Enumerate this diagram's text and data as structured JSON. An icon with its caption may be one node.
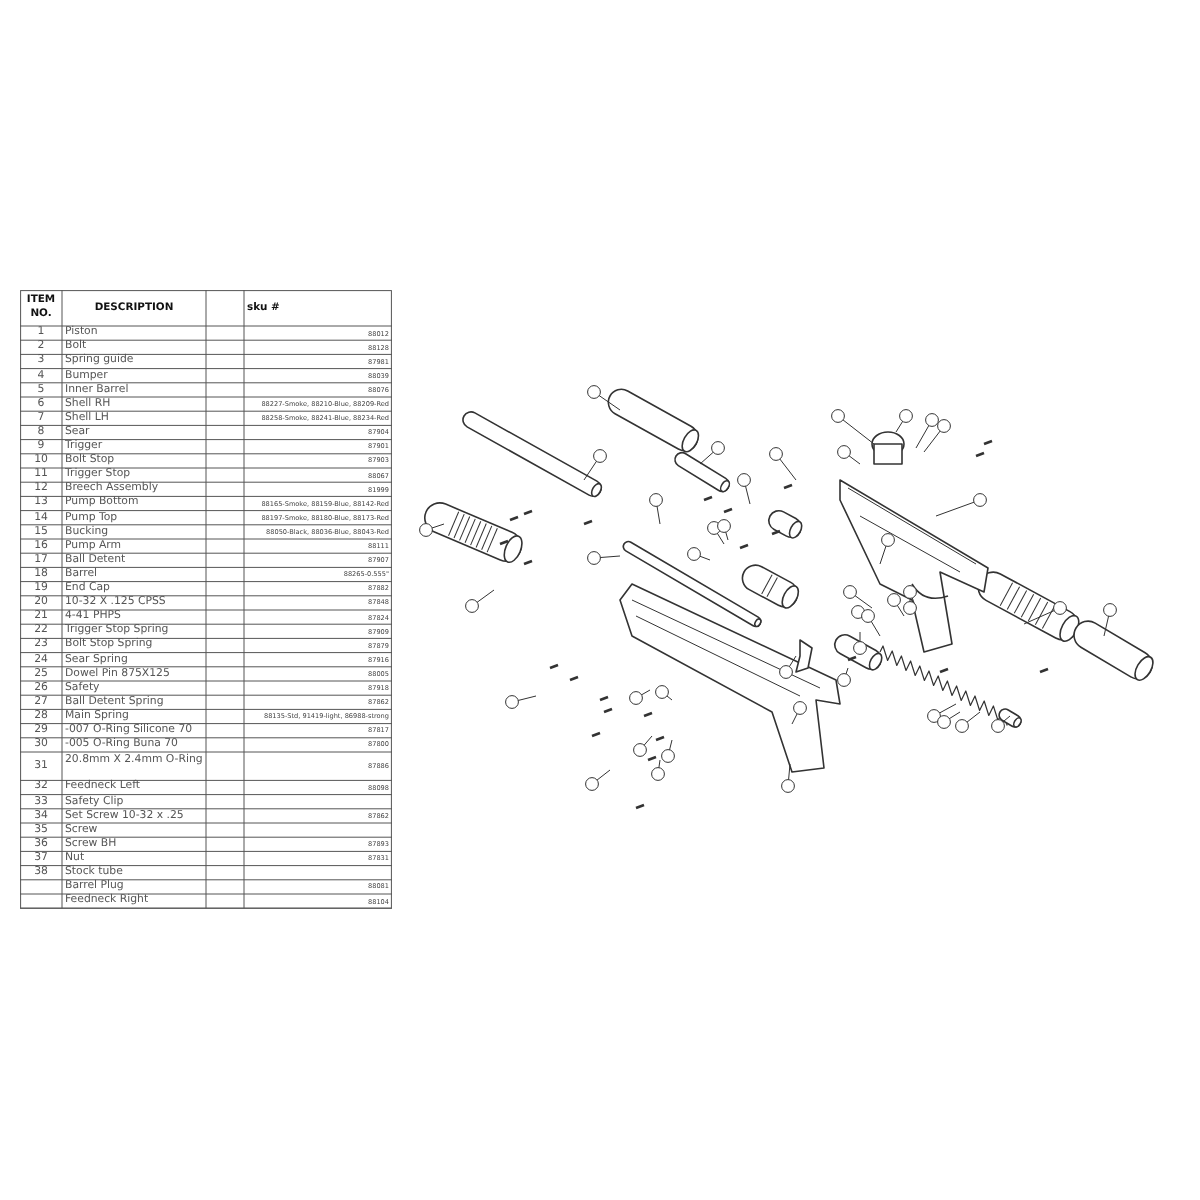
{
  "diagram": {
    "labels": [
      "ITEM NO.",
      "DESCRIPTION",
      "sku #",
      "1",
      "Piston",
      "88012",
      "2",
      "Bolt",
      "88128",
      "3",
      "Spring guide",
      "87981",
      "4",
      "Bumper",
      "88039",
      "5",
      "Inner Barrel",
      "88076",
      "6",
      "Shell RH",
      "88227-Smoke, 88210-Blue, 88209-Red",
      "7",
      "Shell LH",
      "88258-Smoke, 88241-Blue, 88234-Red",
      "8",
      "Sear",
      "87904",
      "9",
      "Trigger",
      "87901",
      "10",
      "Bolt Stop",
      "87903",
      "11",
      "Trigger Stop",
      "88067",
      "12",
      "Breech Assembly",
      "81999",
      "13",
      "Pump Bottom",
      "88165-Smoke, 88159-Blue, 88142-Red",
      "14",
      "Pump Top",
      "88197-Smoke, 88180-Blue, 88173-Red",
      "15",
      "Bucking",
      "88050-Black, 88036-Blue, 88043-Red",
      "16",
      "Pump Arm",
      "88111",
      "17",
      "Ball Detent",
      "87907",
      "18",
      "Barrel",
      "88265-0.555\"",
      "19",
      "End Cap",
      "87882",
      "20",
      "10-32 X .125 CPSS",
      "87848",
      "21",
      "4-41 PHPS",
      "87824",
      "22",
      "Trigger Stop Spring",
      "87909",
      "23",
      "Bolt Stop Spring",
      "87879",
      "24",
      "Sear Spring",
      "87916",
      "25",
      "Dowel Pin 875X125",
      "88005",
      "26",
      "Safety",
      "87918",
      "27",
      "Ball Detent Spring",
      "87862",
      "28",
      "Main Spring",
      "88135-Std, 91419-light, 86988-strong",
      "29",
      "-007 O-Ring Silicone 70",
      "87817",
      "30",
      "-005 O-Ring Buna 70",
      "87800",
      "31",
      "20.8mm X 2.4mm O-Ring",
      "87886",
      "32",
      "Feedneck Left",
      "88098",
      "33",
      "Safety Clip",
      "34",
      "Set Screw 10-32 x .25",
      "87862",
      "35",
      "Screw",
      "36",
      "Screw BH",
      "87893",
      "37",
      "Nut",
      "87831",
      "38",
      "Stock tube",
      "Barrel Plug",
      "88081",
      "Feedneck Right",
      "88104"
    ]
  }
}
